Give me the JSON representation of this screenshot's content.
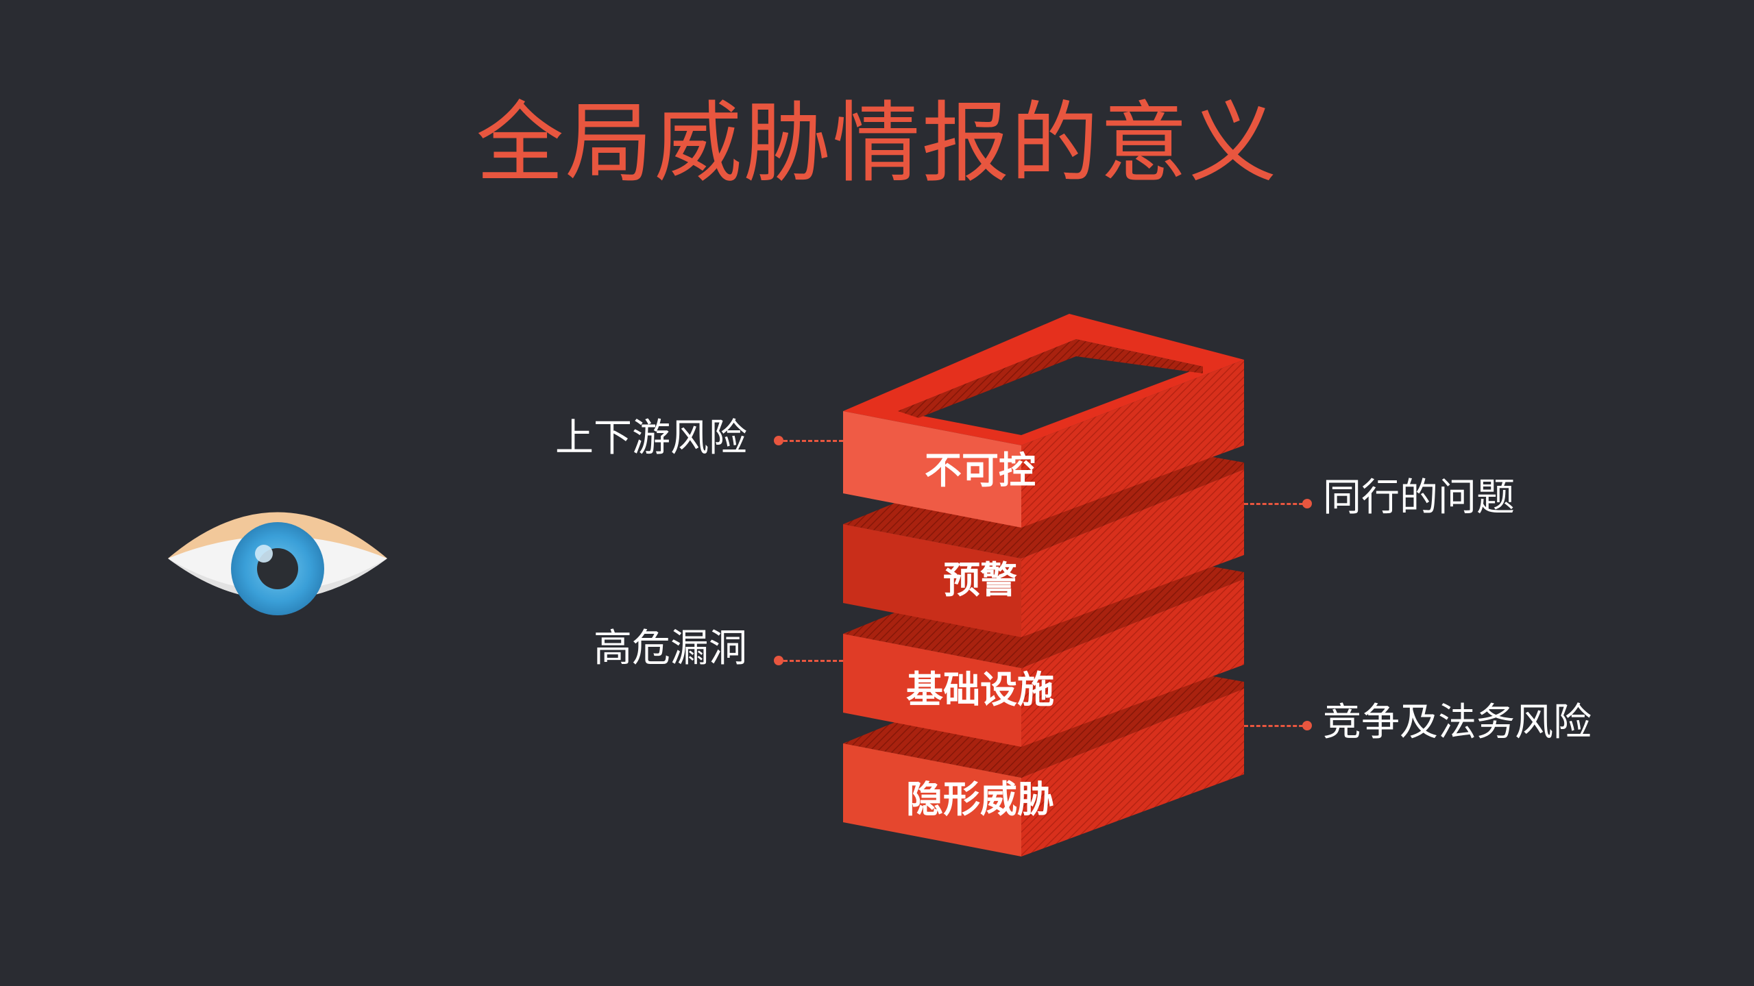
{
  "title": "全局威胁情报的意义",
  "left_labels": [
    "上下游风险",
    "高危漏洞"
  ],
  "right_labels": [
    "同行的问题",
    "竞争及法务风险"
  ],
  "layers": [
    {
      "label": "不可控",
      "color": "#ef5b45"
    },
    {
      "label": "预警",
      "color": "#c92e1a"
    },
    {
      "label": "基础设施",
      "color": "#e03c26"
    },
    {
      "label": "隐形威胁",
      "color": "#e5472e"
    }
  ],
  "colors": {
    "accent": "#e8563f",
    "background": "#2a2c32",
    "top_frame": "#e5301d"
  },
  "icons": {
    "eye": "eye-icon"
  }
}
